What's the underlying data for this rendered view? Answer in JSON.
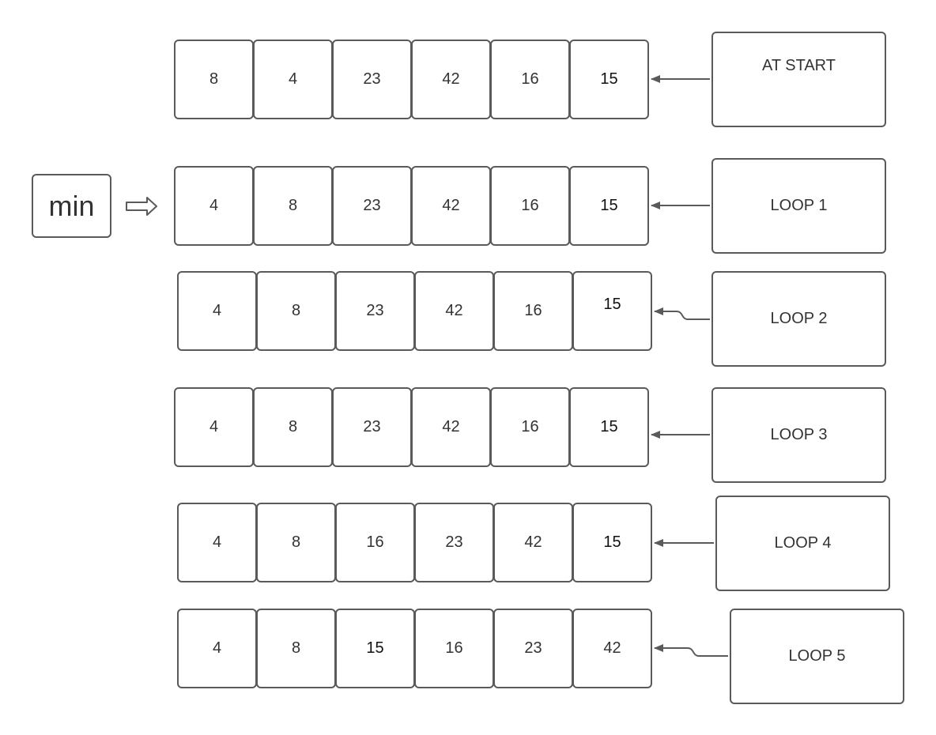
{
  "min_label": "min",
  "rows": [
    {
      "label": "AT START",
      "values": [
        "8",
        "4",
        "23",
        "42",
        "16",
        "15"
      ]
    },
    {
      "label": "LOOP 1",
      "values": [
        "4",
        "8",
        "23",
        "42",
        "16",
        "15"
      ]
    },
    {
      "label": "LOOP 2",
      "values": [
        "4",
        "8",
        "23",
        "42",
        "16",
        "15"
      ]
    },
    {
      "label": "LOOP 3",
      "values": [
        "4",
        "8",
        "23",
        "42",
        "16",
        "15"
      ]
    },
    {
      "label": "LOOP 4",
      "values": [
        "4",
        "8",
        "16",
        "23",
        "42",
        "15"
      ]
    },
    {
      "label": "LOOP 5",
      "values": [
        "4",
        "8",
        "15",
        "16",
        "23",
        "42"
      ]
    }
  ],
  "colors": {
    "stroke": "#5a5a5a",
    "text": "#333333",
    "background": "#ffffff"
  }
}
